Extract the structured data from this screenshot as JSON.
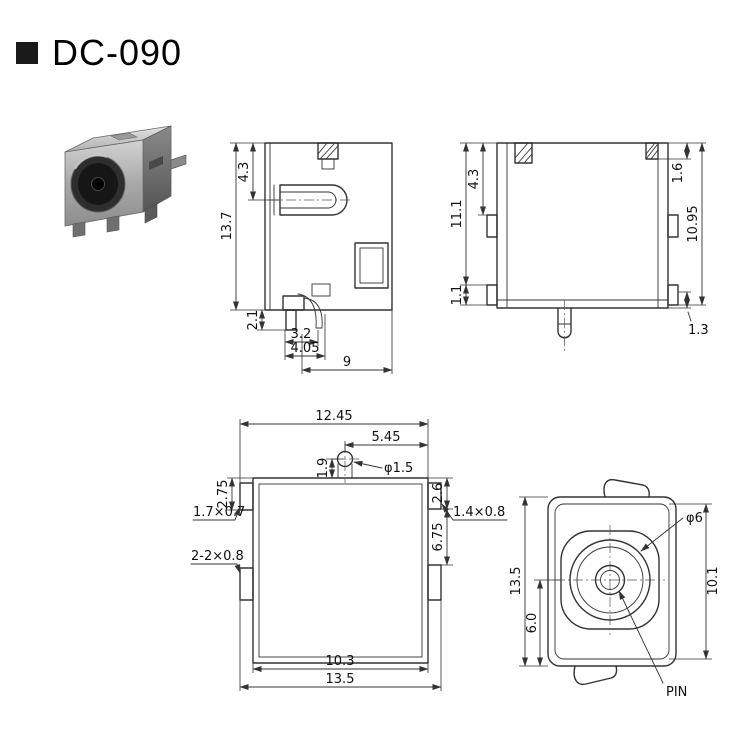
{
  "header": {
    "title": "DC-090",
    "bullet_icon": "black-square-bullet"
  },
  "product": {
    "photo_icon": "dc-power-jack-photo"
  },
  "views": {
    "side": {
      "h_overall": "13.7",
      "h_barrel": "4.3",
      "h_pin": "2.1",
      "w_pin": "3.2",
      "w_step": "4.05",
      "w_body": "9"
    },
    "rear": {
      "h_overall": "11.1",
      "h_upper": "4.3",
      "h_tab": "1.1",
      "h_step": "1.6",
      "h_side": "10.95",
      "h_foot": "1.3"
    },
    "top": {
      "w_overall": "12.45",
      "w_center": "5.45",
      "h_tab_left": "2.75",
      "h_pin": "1.9",
      "pin_dia": "φ1.5",
      "h_tab_right": "2.6",
      "tab_left": "1.7×0.7",
      "tab_right": "1.4×0.8",
      "tab_side": "2-2×0.8",
      "h_side": "6.75",
      "w_body": "10.3",
      "w_outer": "13.5"
    },
    "front": {
      "barrel_dia": "φ6",
      "h_overall": "13.5",
      "h_center": "6.0",
      "h_inner": "10.1",
      "pin_label": "PIN"
    }
  }
}
